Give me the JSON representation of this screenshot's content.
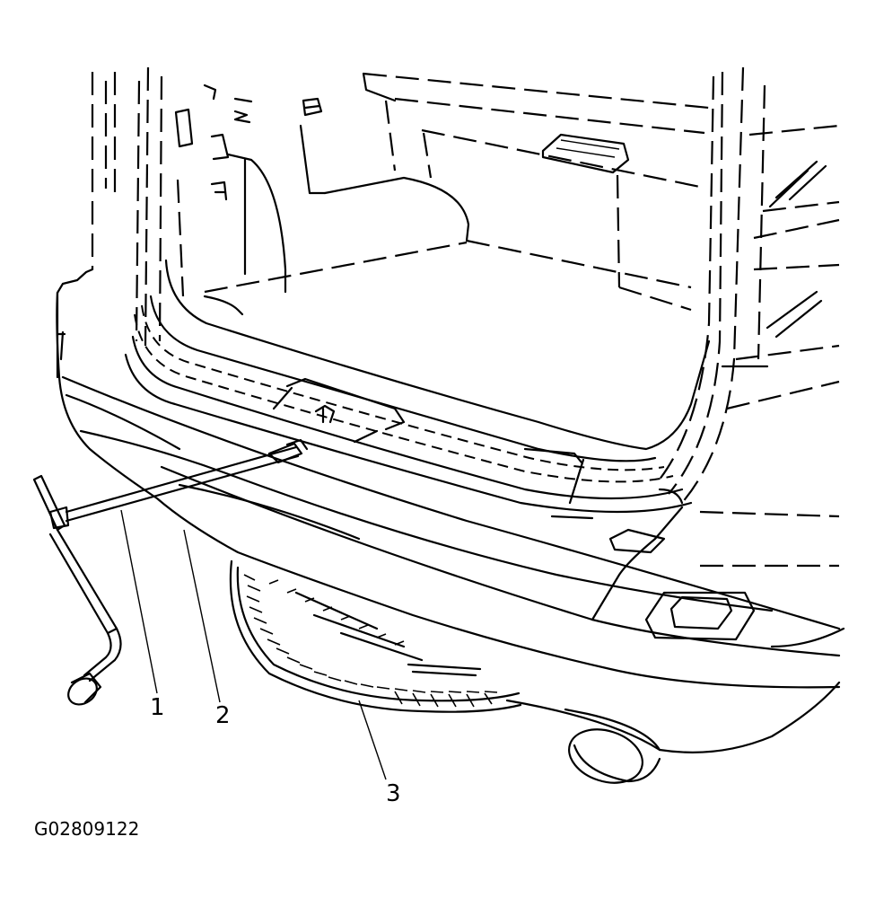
{
  "callouts": [
    {
      "id": "1",
      "label": "1"
    },
    {
      "id": "2",
      "label": "2"
    },
    {
      "id": "3",
      "label": "3"
    }
  ],
  "figure_id": "G02809122"
}
